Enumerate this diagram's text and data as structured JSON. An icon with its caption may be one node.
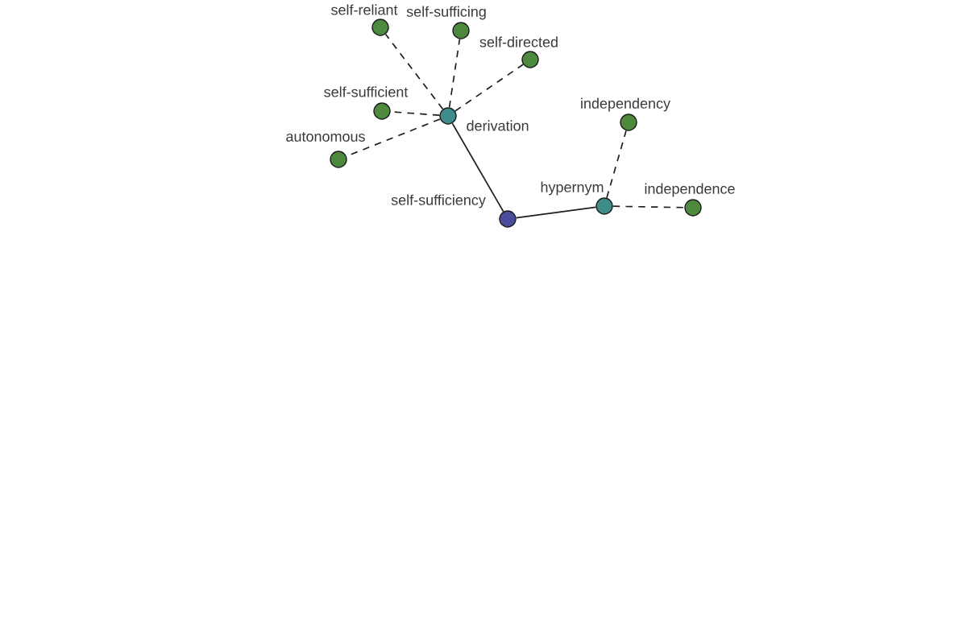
{
  "diagram": {
    "nodes": [
      {
        "text": [
          "self-reliant"
        ]
      },
      {
        "text": [
          "self-sufficing"
        ]
      },
      {
        "text": [
          "self-directed"
        ]
      },
      {
        "text": [
          "self-sufficient"
        ]
      },
      {
        "text": [
          "derivation"
        ]
      },
      {
        "text": [
          "independency"
        ]
      },
      {
        "text": [
          "autonomous"
        ]
      },
      {
        "text": [
          "hypernym"
        ]
      },
      {
        "text": [
          "independence"
        ]
      },
      {
        "text": [
          "self-sufficiency"
        ]
      }
    ],
    "edges": [
      {
        "from": 4,
        "to": 0,
        "arrow": "none",
        "style": "dashed"
      },
      {
        "from": 4,
        "to": 1,
        "arrow": "none",
        "style": "dashed"
      },
      {
        "from": 4,
        "to": 2,
        "arrow": "none",
        "style": "dashed"
      },
      {
        "from": 4,
        "to": 3,
        "arrow": "none",
        "style": "dashed"
      },
      {
        "from": 4,
        "to": 6,
        "arrow": "none",
        "style": "dashed"
      },
      {
        "from": 4,
        "to": 9,
        "arrow": "none"
      },
      {
        "from": 9,
        "to": 7,
        "arrow": "none"
      },
      {
        "from": 7,
        "to": 5,
        "arrow": "none",
        "style": "dashed"
      },
      {
        "from": 7,
        "to": 8,
        "arrow": "none",
        "style": "dashed"
      }
    ]
  }
}
